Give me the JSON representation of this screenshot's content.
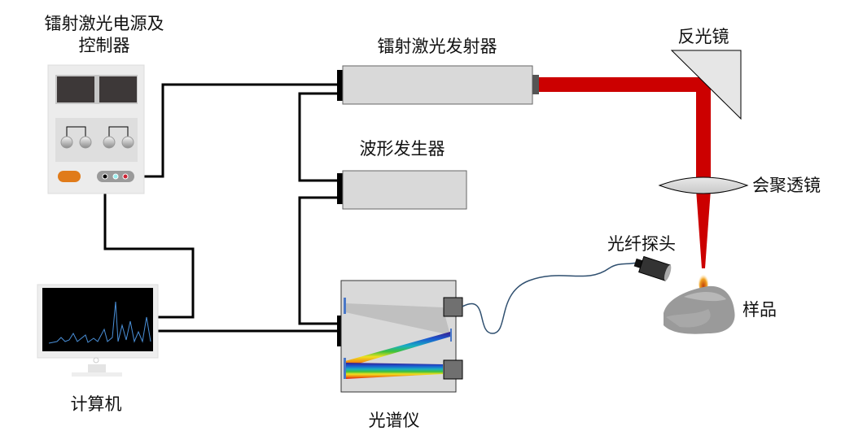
{
  "diagram": {
    "type": "LIBS experimental setup",
    "labels": {
      "power_controller_line1": "镭射激光电源及",
      "power_controller_line2": "控制器",
      "laser_emitter": "镭射激光发射器",
      "mirror": "反光镜",
      "waveform_generator": "波形发生器",
      "focusing_lens": "会聚透镜",
      "fiber_probe": "光纤探头",
      "sample": "样品",
      "computer": "计算机",
      "spectrometer": "光谱仪"
    },
    "colors": {
      "laser_beam": "#cc0000",
      "device_body": "#d9d9d9",
      "cable": "#000000",
      "fiber": "#2f4f6f",
      "screen": "#000000",
      "spectrum_line": "#4a90d9",
      "power_button": "#e07b1a"
    },
    "connections": [
      {
        "from": "power_controller",
        "to": "laser_emitter"
      },
      {
        "from": "power_controller",
        "to": "computer"
      },
      {
        "from": "laser_emitter",
        "to": "waveform_generator"
      },
      {
        "from": "waveform_generator",
        "to": "spectrometer"
      },
      {
        "from": "computer",
        "to": "spectrometer"
      },
      {
        "from": "fiber_probe",
        "to": "spectrometer"
      },
      {
        "from": "laser_emitter",
        "to": "mirror",
        "kind": "laser-beam"
      },
      {
        "from": "mirror",
        "to": "focusing_lens",
        "kind": "laser-beam"
      },
      {
        "from": "focusing_lens",
        "to": "sample",
        "kind": "laser-beam"
      }
    ]
  }
}
